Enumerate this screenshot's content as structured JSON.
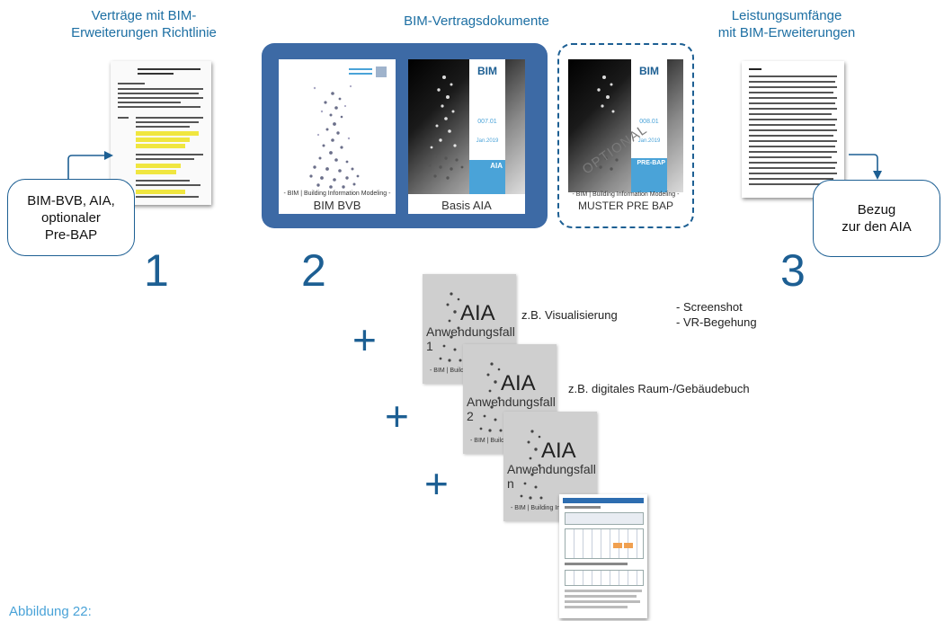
{
  "headings": {
    "left_line1": "Verträge mit BIM-",
    "left_line2": "Erweiterungen Richtlinie",
    "center": "BIM-Vertragsdokumente",
    "right_line1": "Leistungsumfänge",
    "right_line2": "mit BIM-Erweiterungen"
  },
  "callouts": {
    "left": [
      "BIM-BVB, AIA,",
      "optionaler",
      "Pre-BAP"
    ],
    "right": [
      "Bezug",
      "zur den AIA"
    ]
  },
  "numbers": [
    "1",
    "2",
    "3"
  ],
  "covers": {
    "bvb": {
      "caption": "- BIM | Building Information Modeling -",
      "label": "BIM BVB"
    },
    "aia": {
      "logo": "BIM",
      "codes": [
        "007.01",
        "Jan.2019"
      ],
      "band": "AIA",
      "label": "Basis AIA"
    },
    "prebap": {
      "logo": "BIM",
      "codes": [
        "008.01",
        "Jan.2019"
      ],
      "band": "PRE-BAP",
      "stamp": "OPTIONAL",
      "caption": "- BIM | Building Information Modeling -",
      "label": "MUSTER PRE BAP"
    }
  },
  "plus": [
    "+",
    "+",
    "+"
  ],
  "cards": [
    {
      "title": "AIA",
      "sub": "Anwendungsfall",
      "num": "1",
      "footer": "- BIM | Building Inf"
    },
    {
      "title": "AIA",
      "sub": "Anwendungsfall",
      "num": "2",
      "footer": "- BIM | Building Inf"
    },
    {
      "title": "AIA",
      "sub": "Anwendungsfall",
      "num": "n",
      "footer": "- BIM | Building Inf"
    }
  ],
  "notes": {
    "visual": "z.B. Visualisierung",
    "bullets": [
      "- Screenshot",
      "- VR-Begehung"
    ],
    "roombook": "z.B. digitales Raum-/Gebäudebuch"
  },
  "caption": "Abbildung 22:",
  "colors": {
    "primary": "#1d5f93",
    "heading": "#1d6fa3",
    "frame": "#3d6aa5",
    "caption": "#4aa3d8"
  }
}
